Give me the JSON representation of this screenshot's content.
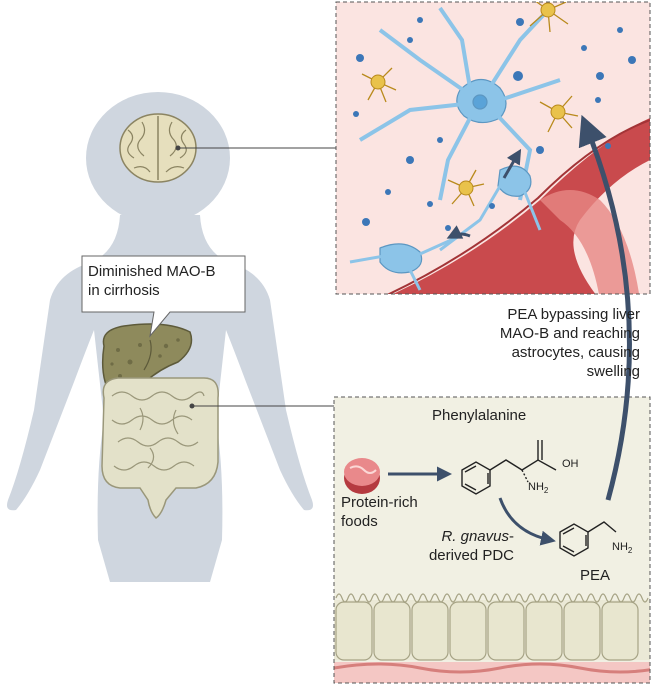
{
  "callout": {
    "line1": "Diminished MAO-B",
    "line2": "in cirrhosis"
  },
  "pea_note": {
    "line1": "PEA bypassing liver",
    "line2": "MAO-B and reaching",
    "line3": "astrocytes, causing",
    "line4": "swelling"
  },
  "gut_panel": {
    "phenylalanine": "Phenylalanine",
    "oh": "OH",
    "nh2": "NH",
    "nh2_sub": "2",
    "protein_line1": "Protein-rich",
    "protein_line2": "foods",
    "gnavus_species": "R. gnavus",
    "gnavus_dash": "-",
    "gnavus_line2": "derived PDC",
    "pea": "PEA"
  },
  "colors": {
    "body": "#cfd6df",
    "brain": "#e6dfbd",
    "liver": "#8e8a5c",
    "intestine": "#e3e1c9",
    "astrocyte": "#8cc4e8",
    "neuron": "#e9c24b",
    "vessel": "#c94a4d",
    "arrow": "#3d506b",
    "gut_bg": "#f1f0e3",
    "brain_bg": "#fbe4e1"
  },
  "icons": [
    "brain-icon",
    "liver-icon",
    "intestine-icon",
    "meat-icon",
    "astrocyte-icon",
    "neuron-icon",
    "blood-vessel-icon"
  ]
}
